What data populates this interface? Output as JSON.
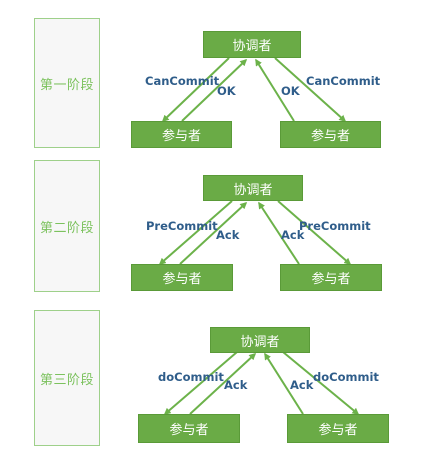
{
  "phases": [
    {
      "label": "第一阶段",
      "coordinator": "协调者",
      "participant_left": "参与者",
      "participant_right": "参与者",
      "request": "CanCommit",
      "response": "OK"
    },
    {
      "label": "第二阶段",
      "coordinator": "协调者",
      "participant_left": "参与者",
      "participant_right": "参与者",
      "request": "PreCommit",
      "response": "Ack"
    },
    {
      "label": "第三阶段",
      "coordinator": "协调者",
      "participant_left": "参与者",
      "participant_right": "参与者",
      "request": "doCommit",
      "response": "Ack"
    }
  ],
  "colors": {
    "node_fill": "#6aab46",
    "arrow": "#6cb24a",
    "phase_text": "#7cc25e",
    "message_text": "#2f5d8a"
  }
}
